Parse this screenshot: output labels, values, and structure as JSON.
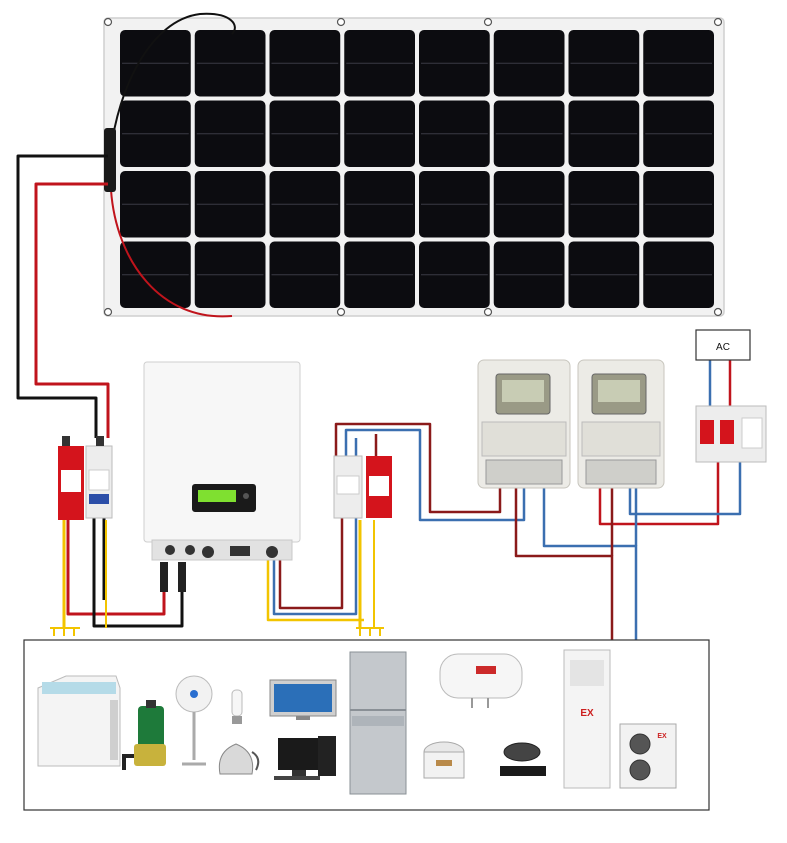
{
  "ac_box": {
    "label": "AC"
  },
  "inverter": {
    "display_text": ""
  },
  "air_conditioner": {
    "badge": "EX"
  },
  "outdoor_unit": {
    "badge": "EX"
  },
  "colors": {
    "wire_red": "#c0141c",
    "wire_black": "#111111",
    "wire_brown": "#8b1a1a",
    "wire_blue": "#3b6fb0",
    "wire_yellow": "#f2c400",
    "panel_cell": "#0c0c10",
    "breaker_red": "#d4141c",
    "display_green": "#7fe030"
  },
  "panel": {
    "rows": 4,
    "cols": 8
  },
  "appliances": [
    "washing-machine",
    "water-pump",
    "standing-fan",
    "light-bulb",
    "electric-kettle",
    "lcd-tv",
    "desktop-computer",
    "refrigerator",
    "water-heater",
    "rice-cooker",
    "induction-cooker",
    "air-conditioner",
    "outdoor-unit"
  ]
}
